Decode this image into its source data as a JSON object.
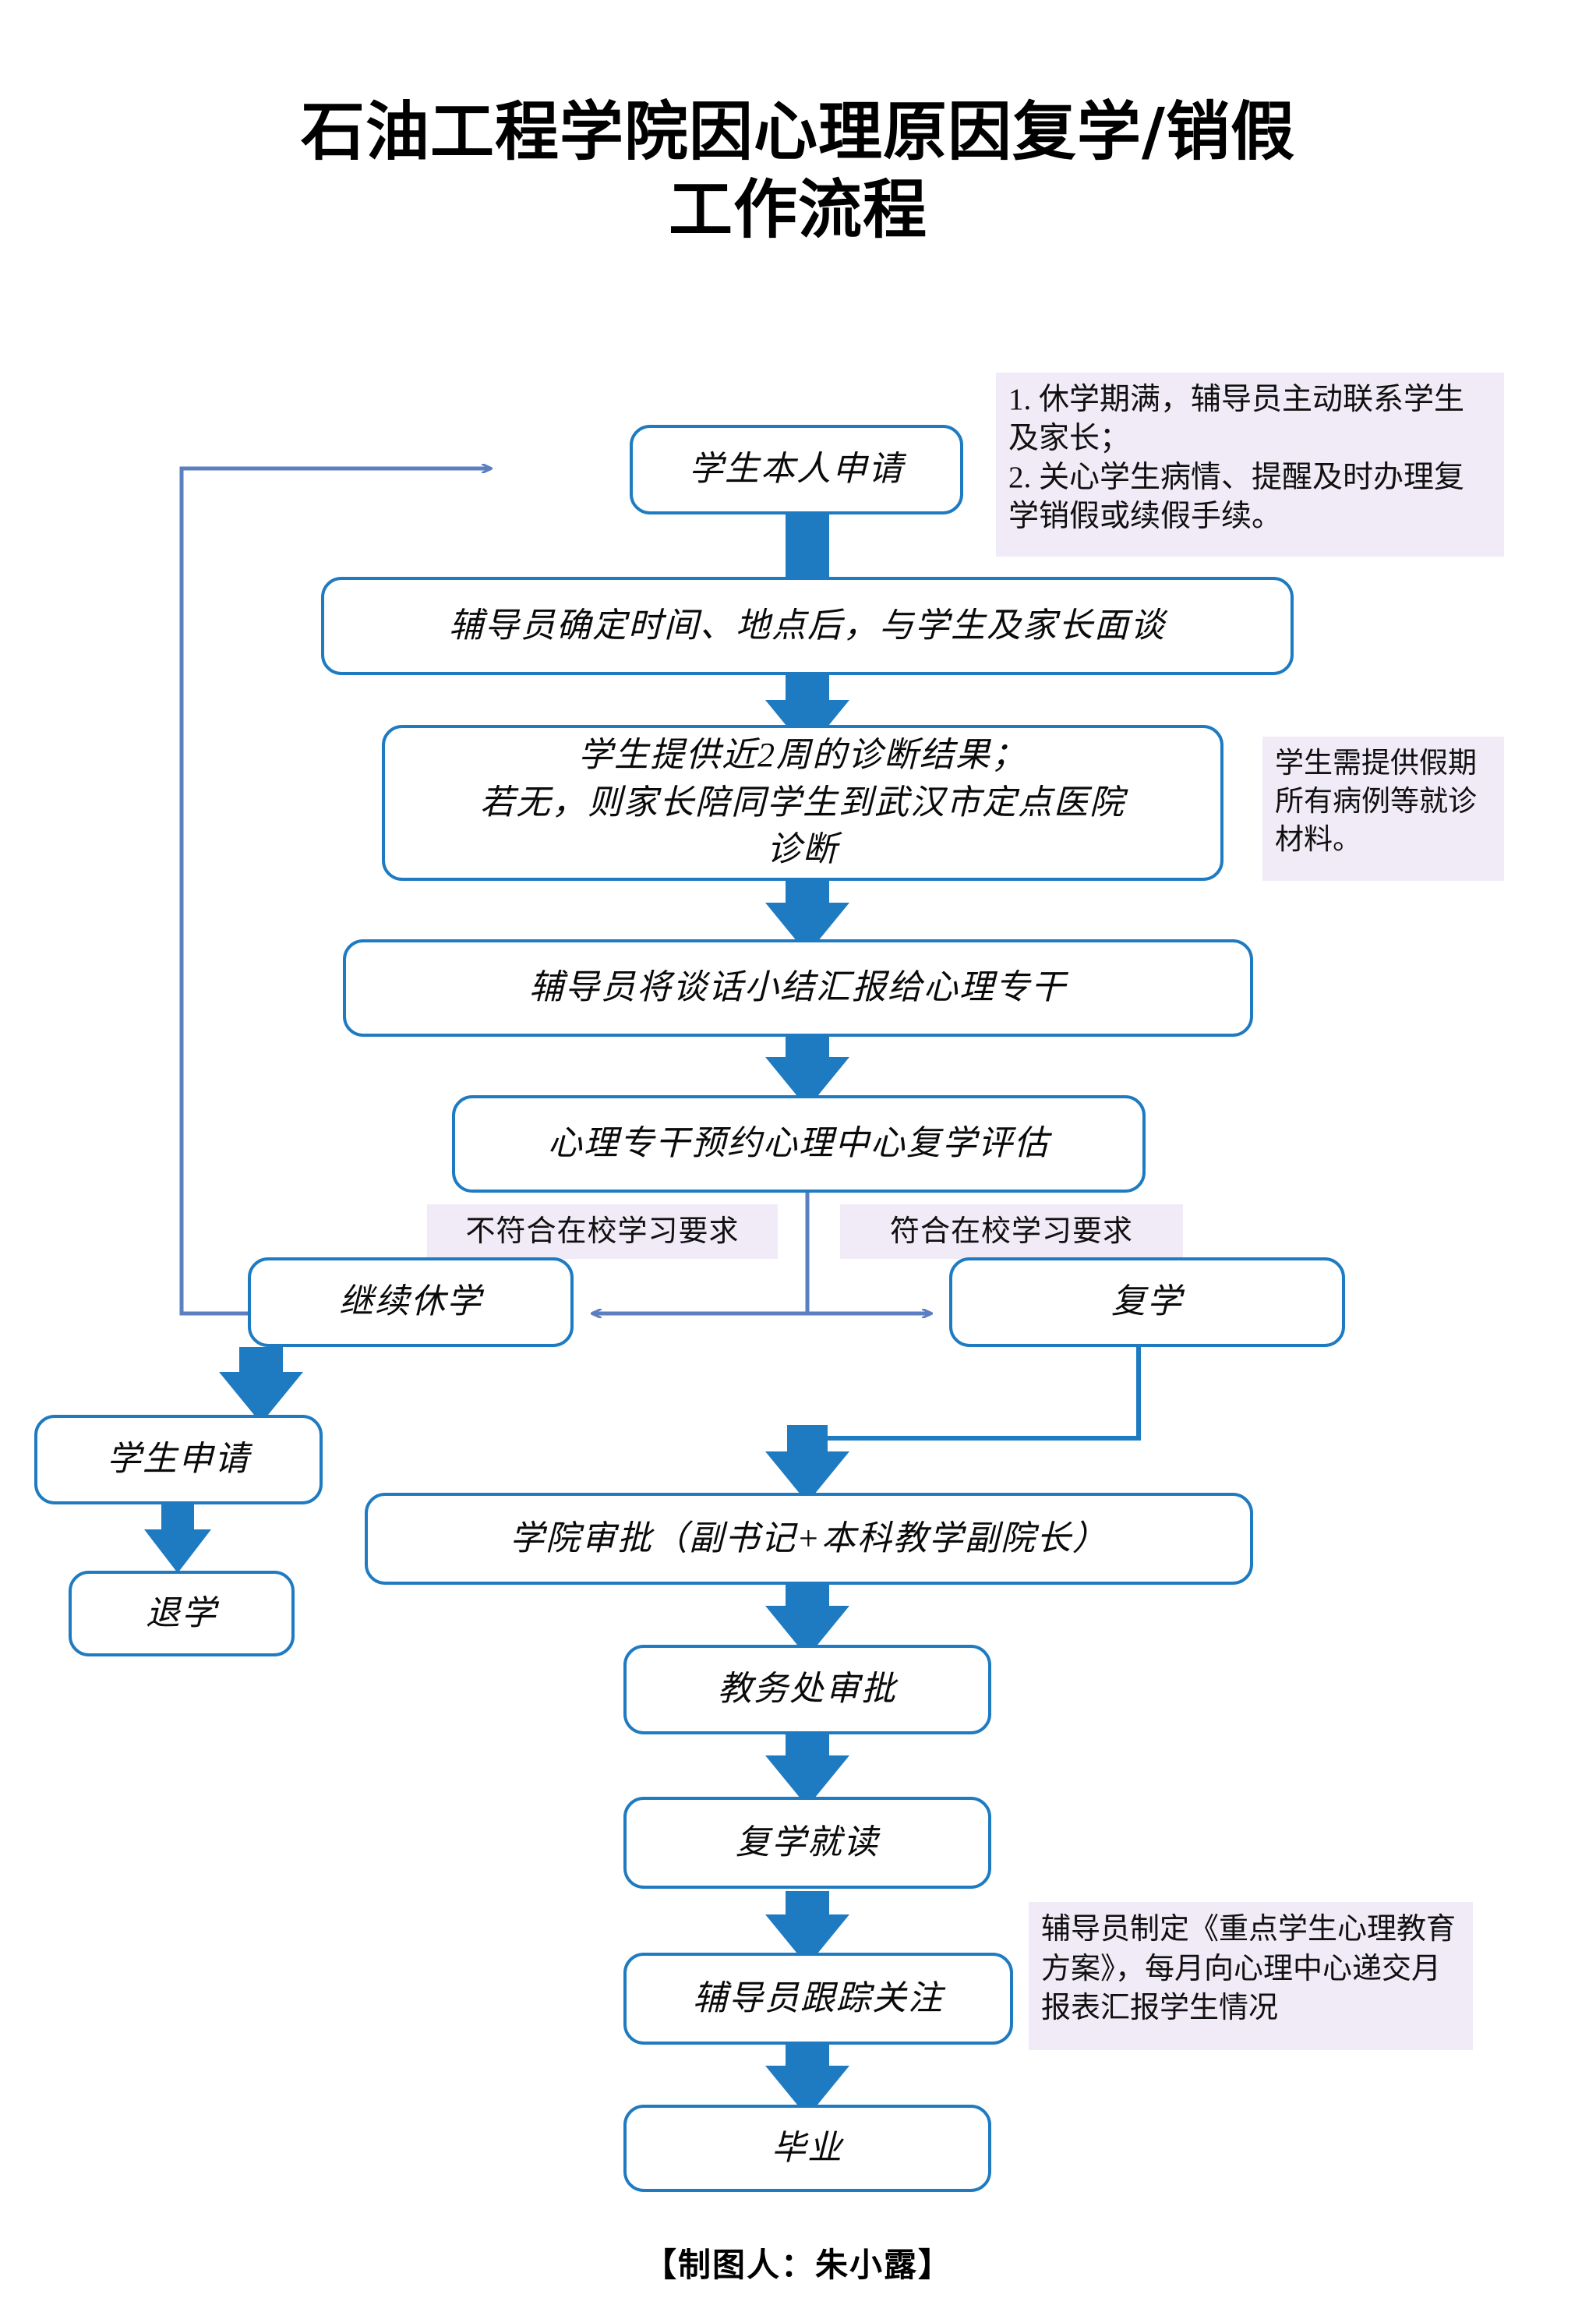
{
  "document": {
    "title_line1": "石油工程学院因心理原因复学/销假",
    "title_line2": "工作流程",
    "footer": "【制图人：朱小露】"
  },
  "colors": {
    "box_border": "#1f7bc1",
    "thick_arrow": "#1f7bc1",
    "thin_connector": "#5b7fc0",
    "note_background": "#f1ebf7",
    "page_background": "#ffffff",
    "text": "#000000"
  },
  "flow": {
    "nodes": [
      {
        "id": "n1",
        "label": "学生本人申请"
      },
      {
        "id": "n2",
        "label": "辅导员确定时间、地点后，与学生及家长面谈"
      },
      {
        "id": "n3",
        "label": "学生提供近2周的诊断结果；\n若无，则家长陪同学生到武汉市定点医院\n诊断"
      },
      {
        "id": "n4",
        "label": "辅导员将谈话小结汇报给心理专干"
      },
      {
        "id": "n5",
        "label": "心理专干预约心理中心复学评估"
      },
      {
        "id": "n6",
        "label": "继续休学"
      },
      {
        "id": "n7",
        "label": "复学"
      },
      {
        "id": "n8",
        "label": "学生申请"
      },
      {
        "id": "n9",
        "label": "退学"
      },
      {
        "id": "n10",
        "label": "学院审批（副书记+本科教学副院长）"
      },
      {
        "id": "n11",
        "label": "教务处审批"
      },
      {
        "id": "n12",
        "label": "复学就读"
      },
      {
        "id": "n13",
        "label": "辅导员跟踪关注"
      },
      {
        "id": "n14",
        "label": "毕业"
      }
    ],
    "branch_labels": {
      "left": "不符合在校学习要求",
      "right": "符合在校学习要求"
    }
  },
  "notes": {
    "top_right": "1. 休学期满，辅导员主动联系学生及家长；\n2. 关心学生病情、提醒及时办理复学销假或续假手续。",
    "middle_right": "学生需提供假期所有病例等就诊材料。",
    "bottom_right": "辅导员制定《重点学生心理教育方案》，每月向心理中心递交月报表汇报学生情况"
  }
}
